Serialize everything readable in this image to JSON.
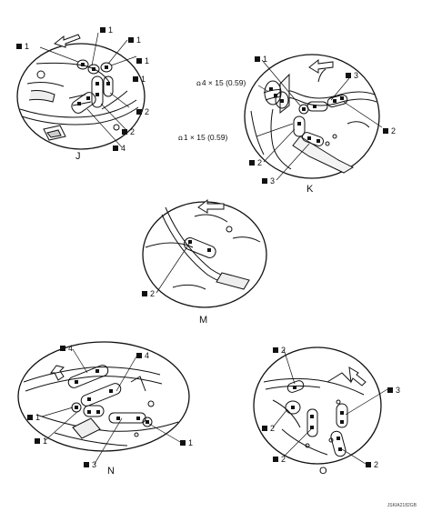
{
  "figure_code": "JSKIA2182GB",
  "bolt_spec_icon": "bolt-pair-icon",
  "views": {
    "J": {
      "label": "J",
      "callouts": [
        {
          "id": "j1",
          "num": "1"
        },
        {
          "id": "j2",
          "num": "1"
        },
        {
          "id": "j3",
          "num": "1"
        },
        {
          "id": "j4",
          "num": "1"
        },
        {
          "id": "j5",
          "num": "1"
        },
        {
          "id": "j6",
          "num": "2"
        },
        {
          "id": "j7",
          "num": "2"
        },
        {
          "id": "j8",
          "num": "4"
        }
      ]
    },
    "K": {
      "label": "K",
      "specs": [
        {
          "id": "ks1",
          "text": "4 × 15 (0.59)"
        },
        {
          "id": "ks2",
          "text": "1 × 15 (0.59)"
        }
      ],
      "callouts": [
        {
          "id": "k1",
          "num": "1"
        },
        {
          "id": "k2",
          "num": "3"
        },
        {
          "id": "k3",
          "num": "2"
        },
        {
          "id": "k4",
          "num": "2"
        },
        {
          "id": "k5",
          "num": "3"
        }
      ]
    },
    "M": {
      "label": "M",
      "callouts": [
        {
          "id": "m1",
          "num": "2"
        }
      ]
    },
    "N": {
      "label": "N",
      "callouts": [
        {
          "id": "n1",
          "num": "4"
        },
        {
          "id": "n2",
          "num": "4"
        },
        {
          "id": "n3",
          "num": "1"
        },
        {
          "id": "n4",
          "num": "1"
        },
        {
          "id": "n5",
          "num": "1"
        },
        {
          "id": "n6",
          "num": "3"
        }
      ]
    },
    "O": {
      "label": "O",
      "callouts": [
        {
          "id": "o1",
          "num": "2"
        },
        {
          "id": "o2",
          "num": "3"
        },
        {
          "id": "o3",
          "num": "2"
        },
        {
          "id": "o4",
          "num": "2"
        },
        {
          "id": "o5",
          "num": "2"
        }
      ]
    }
  }
}
